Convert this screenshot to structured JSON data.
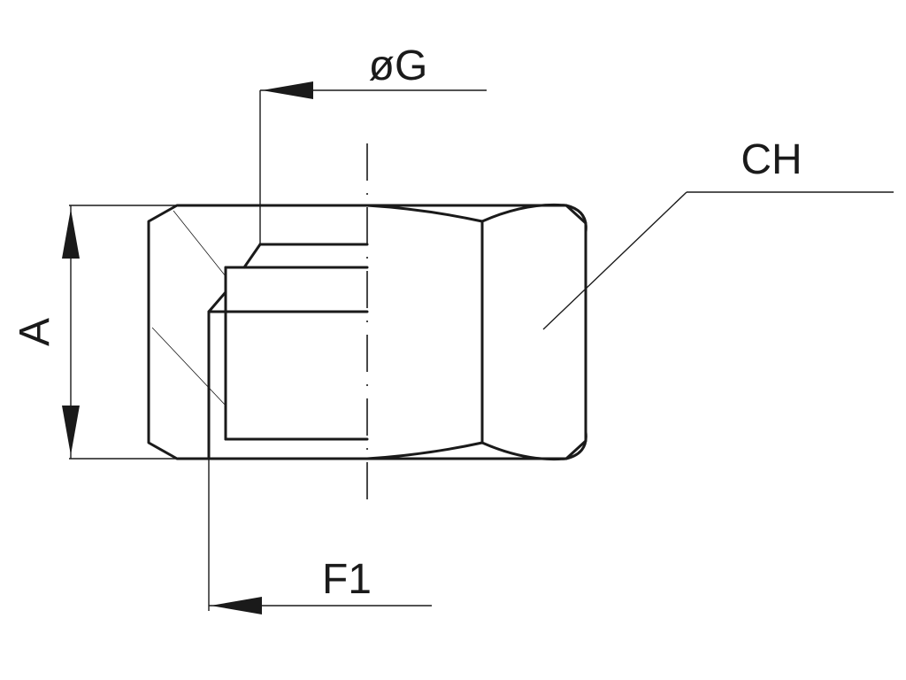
{
  "labels": {
    "diameter_g": "øG",
    "hex_size": "CH",
    "height_a": "A",
    "thread_f1": "F1"
  },
  "colors": {
    "line": "#1a1a1a",
    "background": "#ffffff"
  }
}
